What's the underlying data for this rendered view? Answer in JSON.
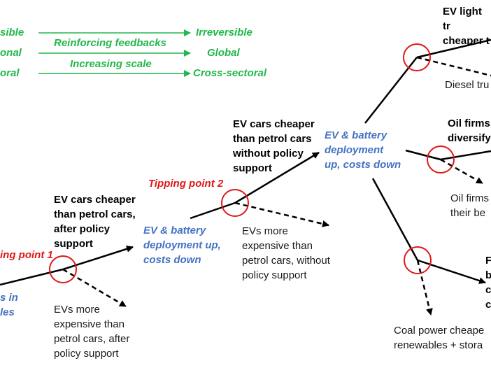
{
  "left_column": [
    "sible",
    "onal",
    "oral"
  ],
  "right_column": [
    "Irreversible",
    "Global",
    "Cross-sectoral"
  ],
  "arrow_labels": [
    "Reinforcing feedbacks",
    "Increasing scale"
  ],
  "tipping_points": [
    "ing point 1",
    "Tipping point 2"
  ],
  "blue_labels": [
    "s in\nles",
    "EV & battery\ndeployment up,\ncosts down",
    "EV & battery\ndeployment\nup, costs down"
  ],
  "black_labels": [
    "EV cars cheaper\nthan petrol cars,\nafter policy\nsupport",
    "EV cars cheaper\nthan petrol cars\nwithout policy\nsupport",
    "EV light tr\ncheaper t",
    "Oil firms\ndiversify",
    "F\nb\nc\nc"
  ],
  "plain_labels": [
    "EVs more\nexpensive than\npetrol cars, after\npolicy support",
    "EVs more\nexpensive than\npetrol cars, without\npolicy support",
    "Diesel tru",
    "Oil firms\ntheir be",
    "Coal power cheape\nrenewables + stora"
  ],
  "colors": {
    "green": "#22b84a",
    "red": "#e01818",
    "blue": "#4472c4",
    "black": "#000000"
  }
}
